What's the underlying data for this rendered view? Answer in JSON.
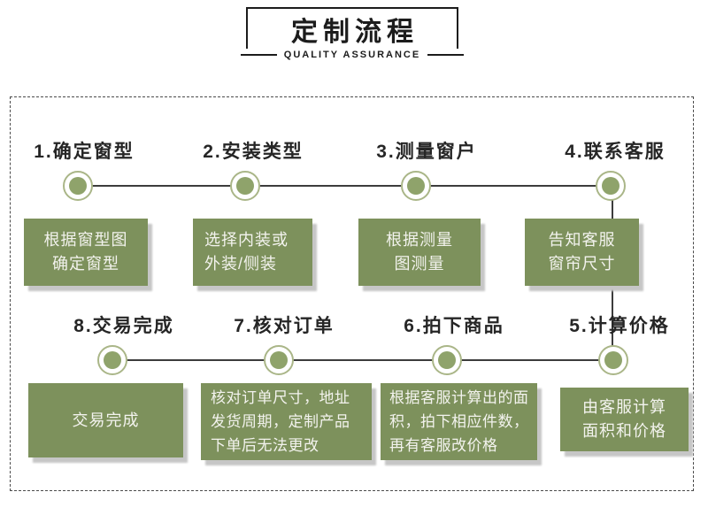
{
  "header": {
    "title": "定制流程",
    "subtitle": "QUALITY ASSURANCE"
  },
  "colors": {
    "ink": "#1c1c1c",
    "line": "#3c3c3c",
    "label_text": "#262626",
    "box_green": "#7d915c",
    "box_text": "#f3f3ee",
    "circle_fill": "#8fa36b",
    "circle_ring": "#aab688",
    "shadow": "#c6c6c6"
  },
  "steps": [
    {
      "label": "1.确定窗型",
      "box_lines": [
        "根据窗型图",
        "确定窗型"
      ]
    },
    {
      "label": "2.安装类型",
      "box_lines": [
        "选择内装或",
        "外装/侧装"
      ]
    },
    {
      "label": "3.测量窗户",
      "box_lines": [
        "根据测量",
        "图测量"
      ]
    },
    {
      "label": "4.联系客服",
      "box_lines": [
        "告知客服",
        "窗帘尺寸"
      ]
    },
    {
      "label": "5.计算价格",
      "box_lines": [
        "由客服计算",
        "面积和价格"
      ]
    },
    {
      "label": "6.拍下商品",
      "box_lines": [
        "根据客服计算出的面",
        "积，拍下相应件数，",
        "再有客服改价格"
      ]
    },
    {
      "label": "7.核对订单",
      "box_lines": [
        "核对订单尺寸，地址",
        "发货周期，定制产品",
        "下单后无法更改"
      ]
    },
    {
      "label": "8.交易完成",
      "box_lines": [
        "交易完成"
      ]
    }
  ]
}
